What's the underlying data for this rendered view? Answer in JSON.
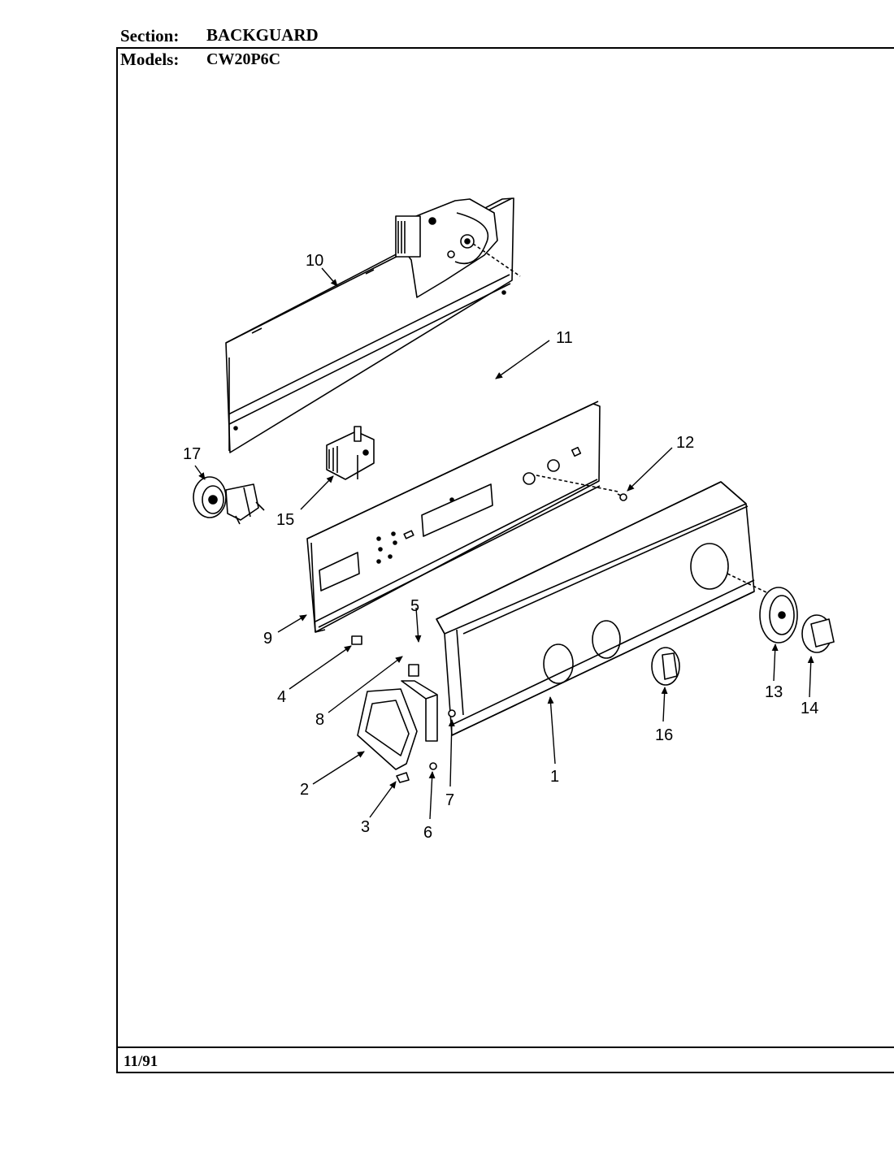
{
  "header": {
    "section_label": "Section:",
    "section_value": "BACKGUARD",
    "models_label": "Models:",
    "models_value": "CW20P6C"
  },
  "footer": {
    "date": "11/91"
  },
  "diagram": {
    "parts": [
      {
        "id": "1",
        "callout": "1"
      },
      {
        "id": "2",
        "callout": "2"
      },
      {
        "id": "3",
        "callout": "3"
      },
      {
        "id": "4",
        "callout": "4"
      },
      {
        "id": "5",
        "callout": "5"
      },
      {
        "id": "6",
        "callout": "6"
      },
      {
        "id": "7",
        "callout": "7"
      },
      {
        "id": "8",
        "callout": "8"
      },
      {
        "id": "9",
        "callout": "9"
      },
      {
        "id": "10",
        "callout": "10"
      },
      {
        "id": "11",
        "callout": "11"
      },
      {
        "id": "12",
        "callout": "12"
      },
      {
        "id": "13",
        "callout": "13"
      },
      {
        "id": "14",
        "callout": "14"
      },
      {
        "id": "15",
        "callout": "15"
      },
      {
        "id": "16",
        "callout": "16"
      },
      {
        "id": "17",
        "callout": "17"
      }
    ]
  }
}
